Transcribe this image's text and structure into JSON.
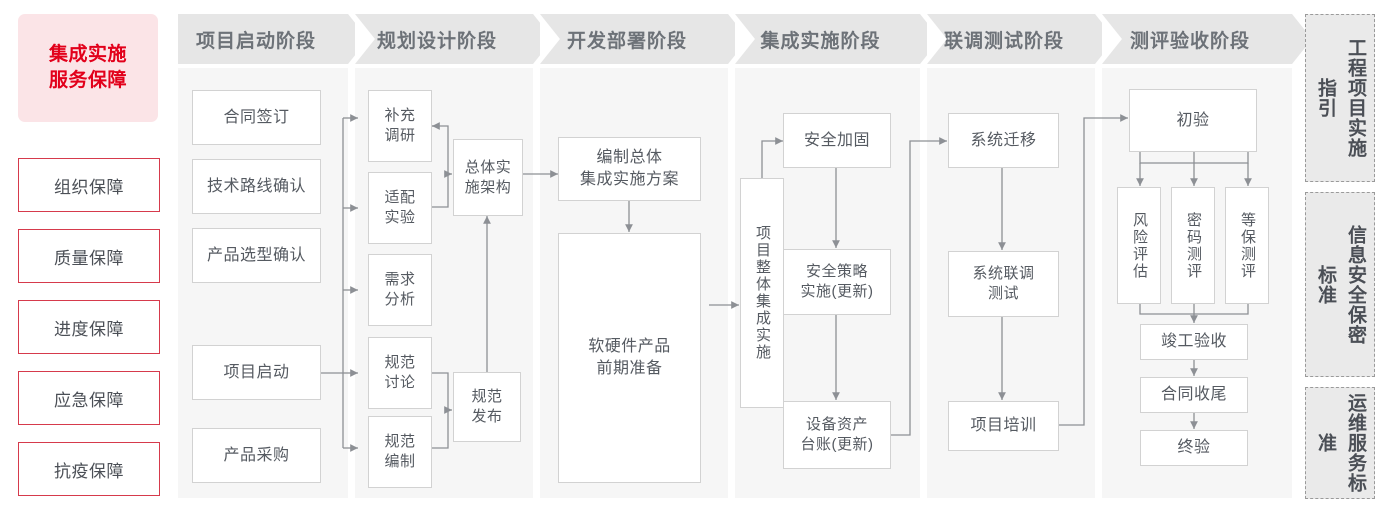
{
  "left_rail": {
    "title": "集成实施\n服务保障",
    "title_lines": [
      "集成实施",
      "服务保障"
    ],
    "accent_color": "#e2001b",
    "accent_bg": "#fbe4e7",
    "border_color": "#d63a4c",
    "items": [
      {
        "label": "组织保障"
      },
      {
        "label": "质量保障"
      },
      {
        "label": "进度保障"
      },
      {
        "label": "应急保障"
      },
      {
        "label": "抗疫保障"
      }
    ]
  },
  "phases": [
    {
      "id": "initiation",
      "header": "项目启动阶段",
      "nodes": [
        {
          "id": "contract",
          "label": "合同签订"
        },
        {
          "id": "techroute",
          "label": "技术路线确认"
        },
        {
          "id": "product",
          "label": "产品选型确认"
        },
        {
          "id": "kickoff",
          "label": "项目启动"
        },
        {
          "id": "purchase",
          "label": "产品采购"
        }
      ]
    },
    {
      "id": "planning",
      "header": "规划设计阶段",
      "nodes": [
        {
          "id": "survey",
          "label": "补充\n调研",
          "lines": [
            "补充",
            "调研"
          ]
        },
        {
          "id": "adapt",
          "label": "适配\n实验",
          "lines": [
            "适配",
            "实验"
          ]
        },
        {
          "id": "demand",
          "label": "需求\n分析",
          "lines": [
            "需求",
            "分析"
          ]
        },
        {
          "id": "specdisc",
          "label": "规范\n讨论",
          "lines": [
            "规范",
            "讨论"
          ]
        },
        {
          "id": "specwrite",
          "label": "规范\n编制",
          "lines": [
            "规范",
            "编制"
          ]
        },
        {
          "id": "arch",
          "label": "总体实\n施架构",
          "lines": [
            "总体实",
            "施架构"
          ]
        },
        {
          "id": "specpub",
          "label": "规范\n发布",
          "lines": [
            "规范",
            "发布"
          ]
        }
      ]
    },
    {
      "id": "development",
      "header": "开发部署阶段",
      "nodes": [
        {
          "id": "plan",
          "label": "编制总体\n集成实施方案",
          "lines": [
            "编制总体",
            "集成实施方案"
          ]
        },
        {
          "id": "prep",
          "label": "软硬件产品\n前期准备",
          "lines": [
            "软硬件产品",
            "前期准备"
          ]
        }
      ]
    },
    {
      "id": "integration",
      "header": "集成实施阶段",
      "nodes": [
        {
          "id": "overall",
          "label": "项目整体集成实施",
          "vertical": true
        },
        {
          "id": "harden",
          "label": "安全加固"
        },
        {
          "id": "policy",
          "label": "安全策略\n实施(更新)",
          "lines": [
            "安全策略",
            "实施(更新)"
          ]
        },
        {
          "id": "ledger",
          "label": "设备资产\n台账(更新)",
          "lines": [
            "设备资产",
            "台账(更新)"
          ]
        }
      ]
    },
    {
      "id": "jointtest",
      "header": "联调测试阶段",
      "nodes": [
        {
          "id": "migrate",
          "label": "系统迁移"
        },
        {
          "id": "jointdbg",
          "label": "系统联调\n测试",
          "lines": [
            "系统联调",
            "测试"
          ]
        },
        {
          "id": "training",
          "label": "项目培训"
        }
      ]
    },
    {
      "id": "acceptance",
      "header": "测评验收阶段",
      "nodes": [
        {
          "id": "prelim",
          "label": "初验"
        },
        {
          "id": "risk",
          "label": "风险评估",
          "vertical": true
        },
        {
          "id": "crypto",
          "label": "密码测评",
          "vertical": true
        },
        {
          "id": "grading",
          "label": "等保测评",
          "vertical": true
        },
        {
          "id": "complete",
          "label": "竣工验收"
        },
        {
          "id": "closeout",
          "label": "合同收尾"
        },
        {
          "id": "final",
          "label": "终验"
        }
      ]
    }
  ],
  "right_rail": {
    "items": [
      {
        "id": "guide",
        "label": "工程项目实施指引"
      },
      {
        "id": "security",
        "label": "信息安全保密标准"
      },
      {
        "id": "ops",
        "label": "运维服务标准"
      }
    ]
  }
}
